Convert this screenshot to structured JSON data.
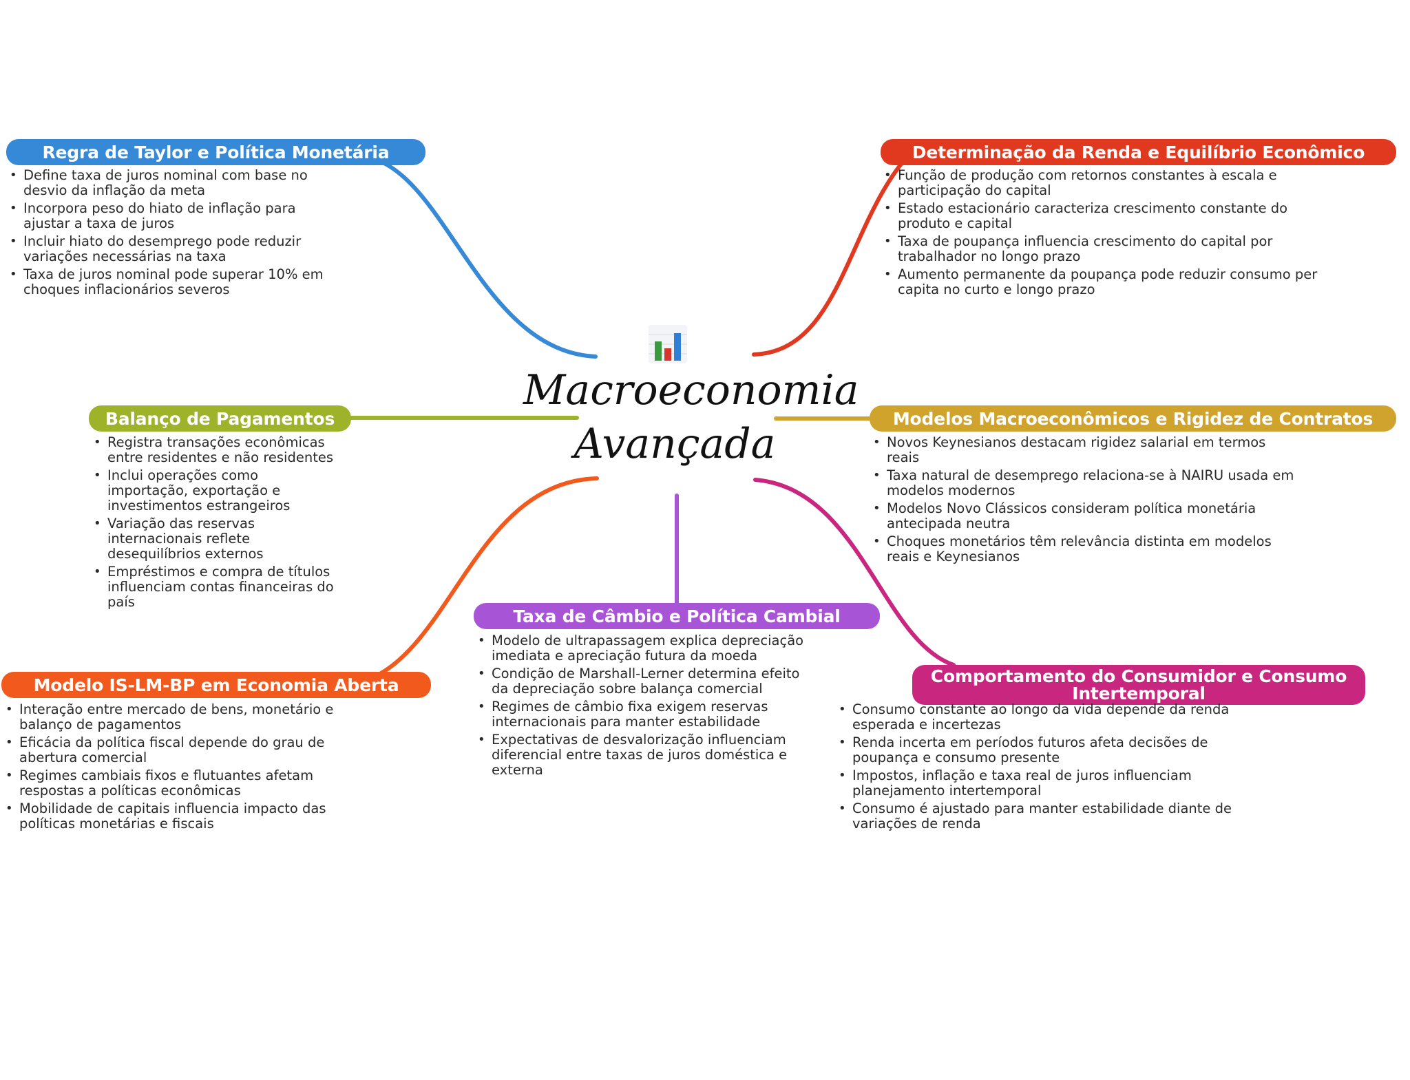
{
  "center": {
    "title_line1": "Macroeconomia",
    "title_line2": "Avançada",
    "icon": "bar-chart-icon"
  },
  "colors": {
    "taylor": "#3589d6",
    "renda": "#e0391f",
    "balanco": "#9fb32a",
    "modelos": "#d0a42c",
    "islmbp": "#f1591d",
    "cambio": "#a755d6",
    "consumidor": "#c9267f"
  },
  "branches": {
    "taylor": {
      "title": "Regra de Taylor e Política Monetária",
      "items": [
        "Define taxa de juros nominal com base no desvio da inflação da meta",
        "Incorpora peso do hiato de inflação para ajustar a taxa de juros",
        "Incluir hiato do desemprego pode reduzir variações necessárias na taxa",
        "Taxa de juros nominal pode superar 10% em choques inflacionários severos"
      ]
    },
    "renda": {
      "title": "Determinação da Renda e Equilíbrio Econômico",
      "items": [
        "Função de produção com retornos constantes à escala e participação do capital",
        "Estado estacionário caracteriza crescimento constante do produto e capital",
        "Taxa de poupança influencia crescimento do capital por trabalhador no longo prazo",
        "Aumento permanente da poupança pode reduzir consumo per capita no curto e longo prazo"
      ]
    },
    "balanco": {
      "title": "Balanço de Pagamentos",
      "items": [
        "Registra transações econômicas entre residentes e não residentes",
        "Inclui operações como importação, exportação e investimentos estrangeiros",
        "Variação das reservas internacionais reflete desequilíbrios externos",
        "Empréstimos e compra de títulos influenciam contas financeiras do país"
      ]
    },
    "modelos": {
      "title": "Modelos Macroeconômicos e Rigidez de Contratos",
      "items": [
        "Novos Keynesianos destacam rigidez salarial em termos reais",
        "Taxa natural de desemprego relaciona-se à NAIRU usada em modelos modernos",
        "Modelos Novo Clássicos consideram política monetária antecipada neutra",
        "Choques monetários têm relevância distinta em modelos reais e Keynesianos"
      ]
    },
    "islmbp": {
      "title": "Modelo IS-LM-BP em Economia Aberta",
      "items": [
        "Interação entre mercado de bens, monetário e balanço de pagamentos",
        "Eficácia da política fiscal depende do grau de abertura comercial",
        "Regimes cambiais fixos e flutuantes afetam respostas a políticas econômicas",
        "Mobilidade de capitais influencia impacto das políticas monetárias e fiscais"
      ]
    },
    "cambio": {
      "title": "Taxa de Câmbio e Política Cambial",
      "items": [
        "Modelo de ultrapassagem explica depreciação imediata e apreciação futura da moeda",
        "Condição de Marshall-Lerner determina efeito da depreciação sobre balança comercial",
        "Regimes de câmbio fixa exigem reservas internacionais para manter estabilidade",
        "Expectativas de desvalorização influenciam diferencial entre taxas de juros doméstica e externa"
      ]
    },
    "consumidor": {
      "title": "Comportamento do Consumidor e Consumo Intertemporal",
      "items": [
        "Consumo constante ao longo da vida depende da renda esperada e incertezas",
        "Renda incerta em períodos futuros afeta decisões de poupança e consumo presente",
        "Impostos, inflação e taxa real de juros influenciam planejamento intertemporal",
        "Consumo é ajustado para manter estabilidade diante de variações de renda"
      ]
    }
  }
}
